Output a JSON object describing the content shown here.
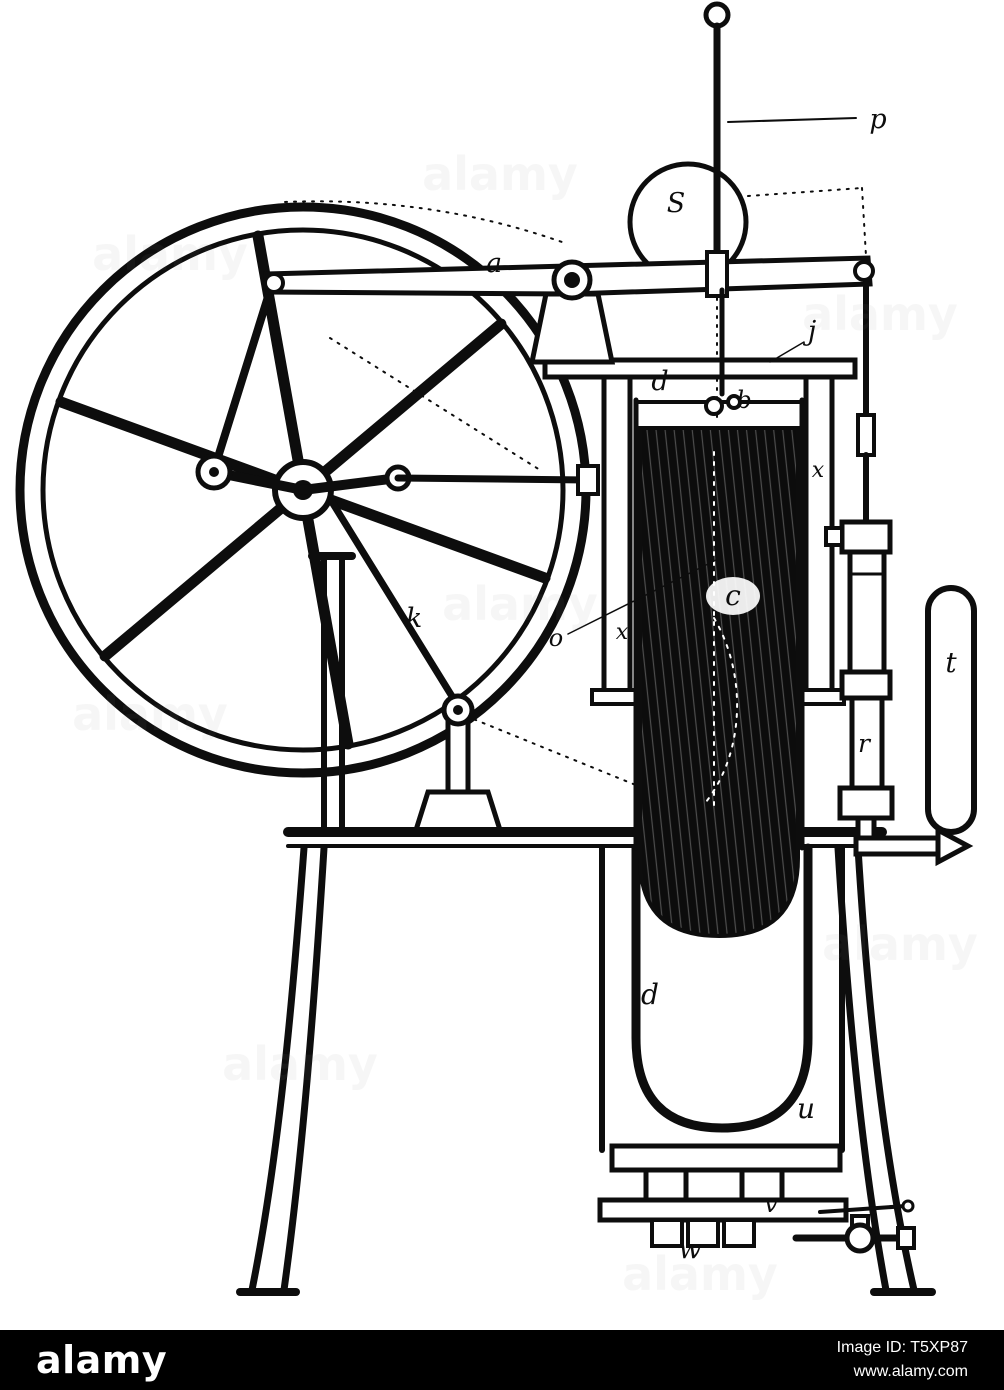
{
  "page": {
    "background": "#ffffff",
    "ink_color": "#0d0d0d"
  },
  "figure": {
    "description": "Vintage line engraving of a vertical hot-air engine with flywheel, walking beam linkage, displacer cylinder and hand pump",
    "labels": {
      "p": "p",
      "s": "S",
      "a": "a",
      "j": "j",
      "d_top": "d",
      "b": "b",
      "x_right": "x",
      "c": "c",
      "x_left": "x",
      "o": "o",
      "k": "k",
      "t": "t",
      "r": "r",
      "d_bottom": "d",
      "u": "u",
      "v": "v",
      "w": "w"
    }
  },
  "watermark": {
    "text": "alamy"
  },
  "footer": {
    "brand": "alamy",
    "image_id": "Image ID: T5XP87",
    "website": "www.alamy.com",
    "background_color": "#000000",
    "text_color": "#ffffff"
  }
}
